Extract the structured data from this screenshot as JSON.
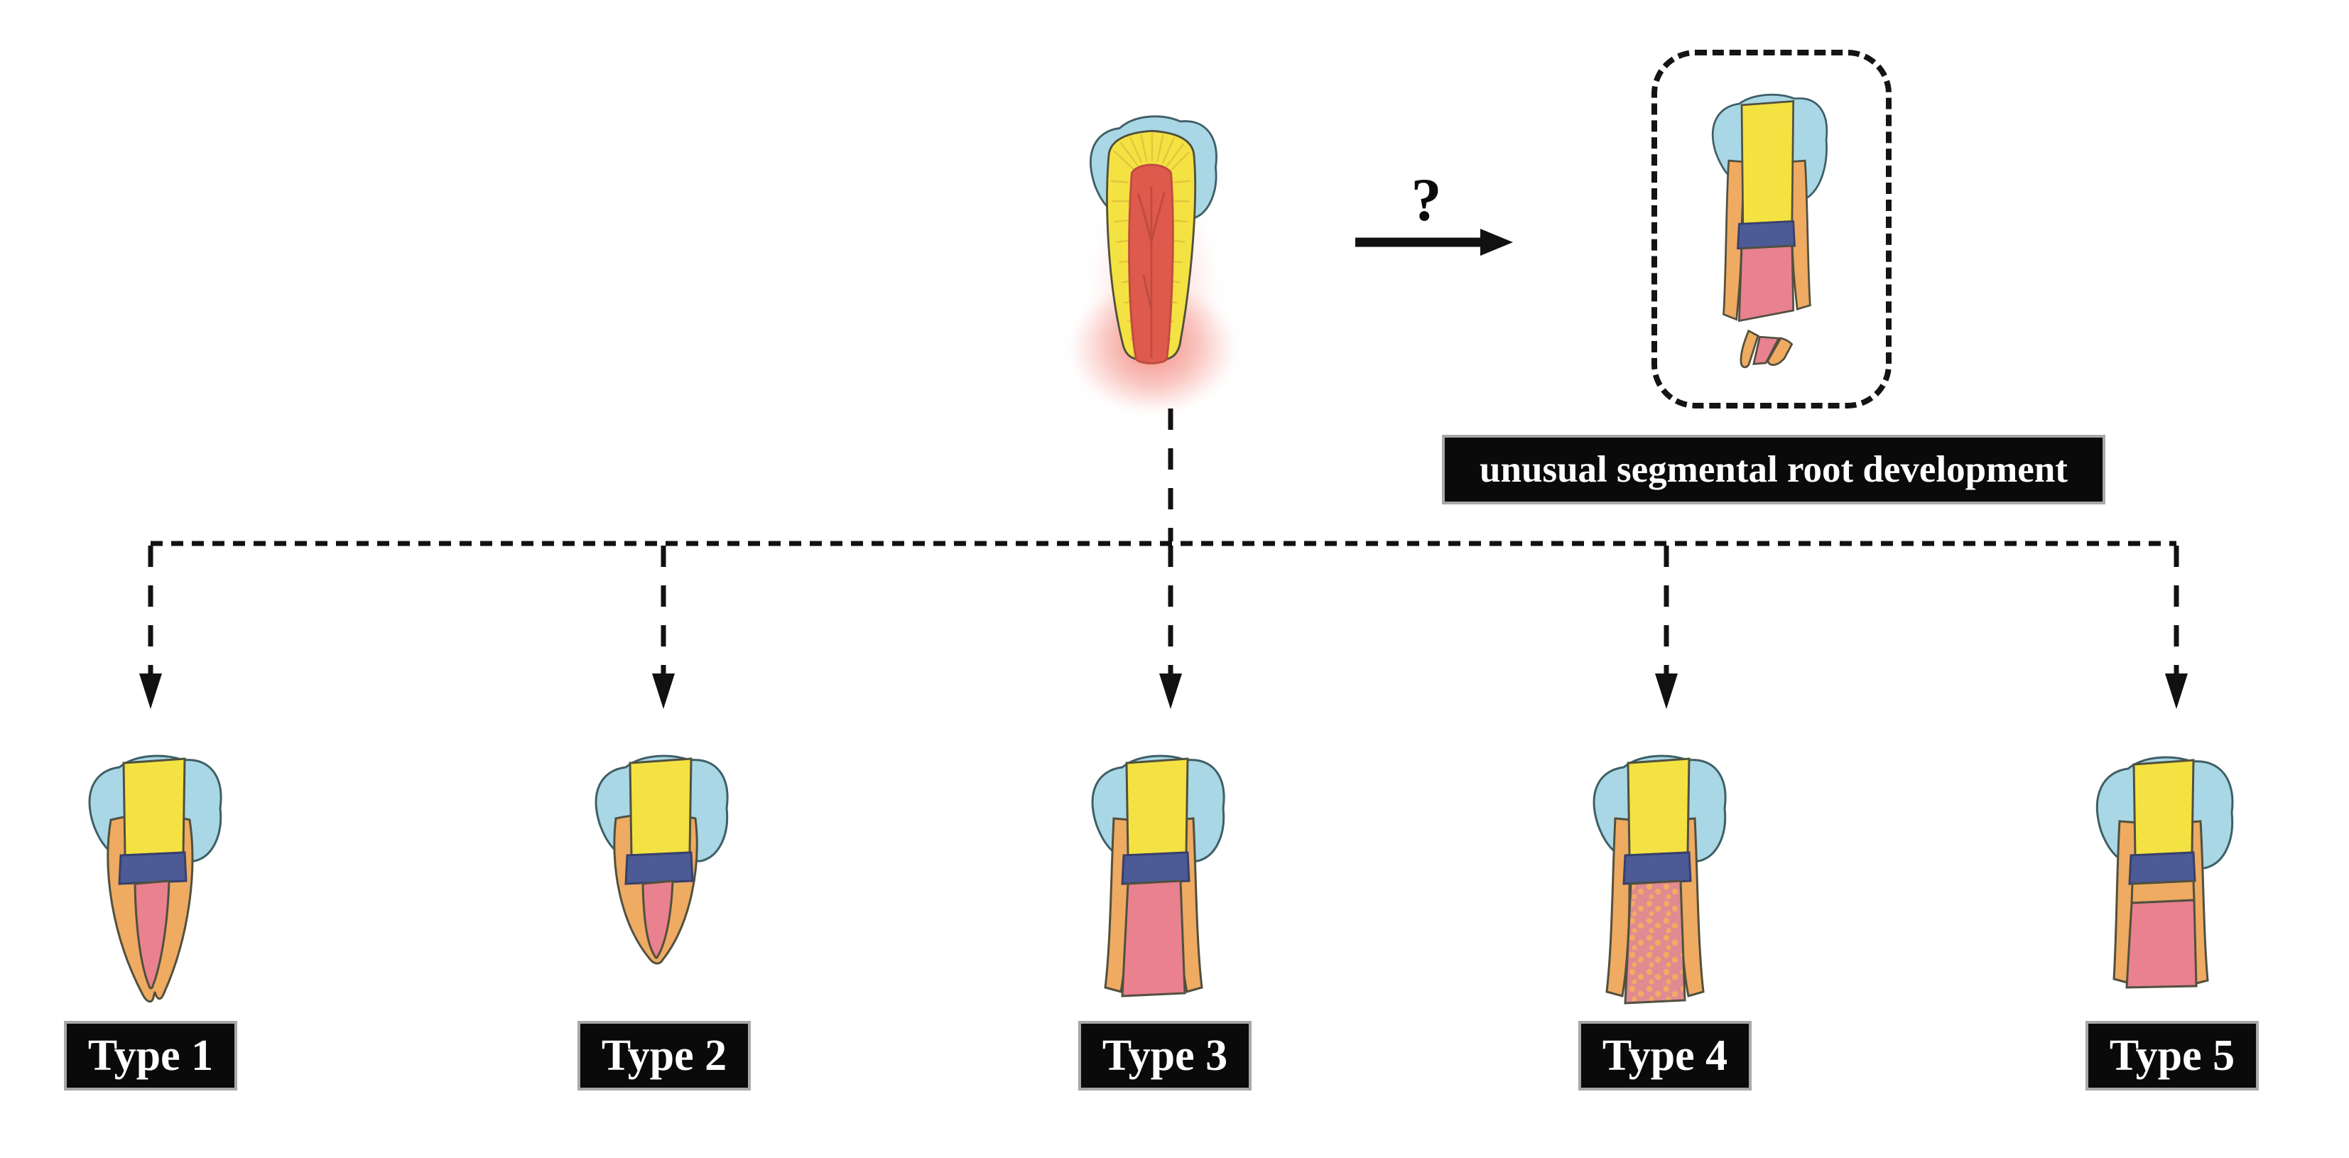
{
  "flow": {
    "question_mark": "?",
    "outcome_label": "unusual segmental root development"
  },
  "types": [
    {
      "label": "Type 1"
    },
    {
      "label": "Type 2"
    },
    {
      "label": "Type 3"
    },
    {
      "label": "Type 4"
    },
    {
      "label": "Type 5"
    }
  ],
  "palette": {
    "crown_blue": "#a9d7e5",
    "dentin_yellow": "#f4e242",
    "band_navy": "#4c5a96",
    "canal_pink": "#e9818f",
    "wall_orange": "#eeab61",
    "pulp_red": "#dd5a4c",
    "ray_yellow": "#e4c53c",
    "dot_orange": "#f2ab62",
    "stipple_pink": "#e08a92",
    "glow_red": "#ee4a3a",
    "vessel_red": "#c04b40",
    "outline_dark": "#51503f",
    "outline_blue": "#3f5f66",
    "outline_navy": "#37406b",
    "label_bg": "#0a0a0a",
    "label_text": "#ffffff",
    "label_border": "#a8a8a8",
    "line_color": "#111111"
  }
}
